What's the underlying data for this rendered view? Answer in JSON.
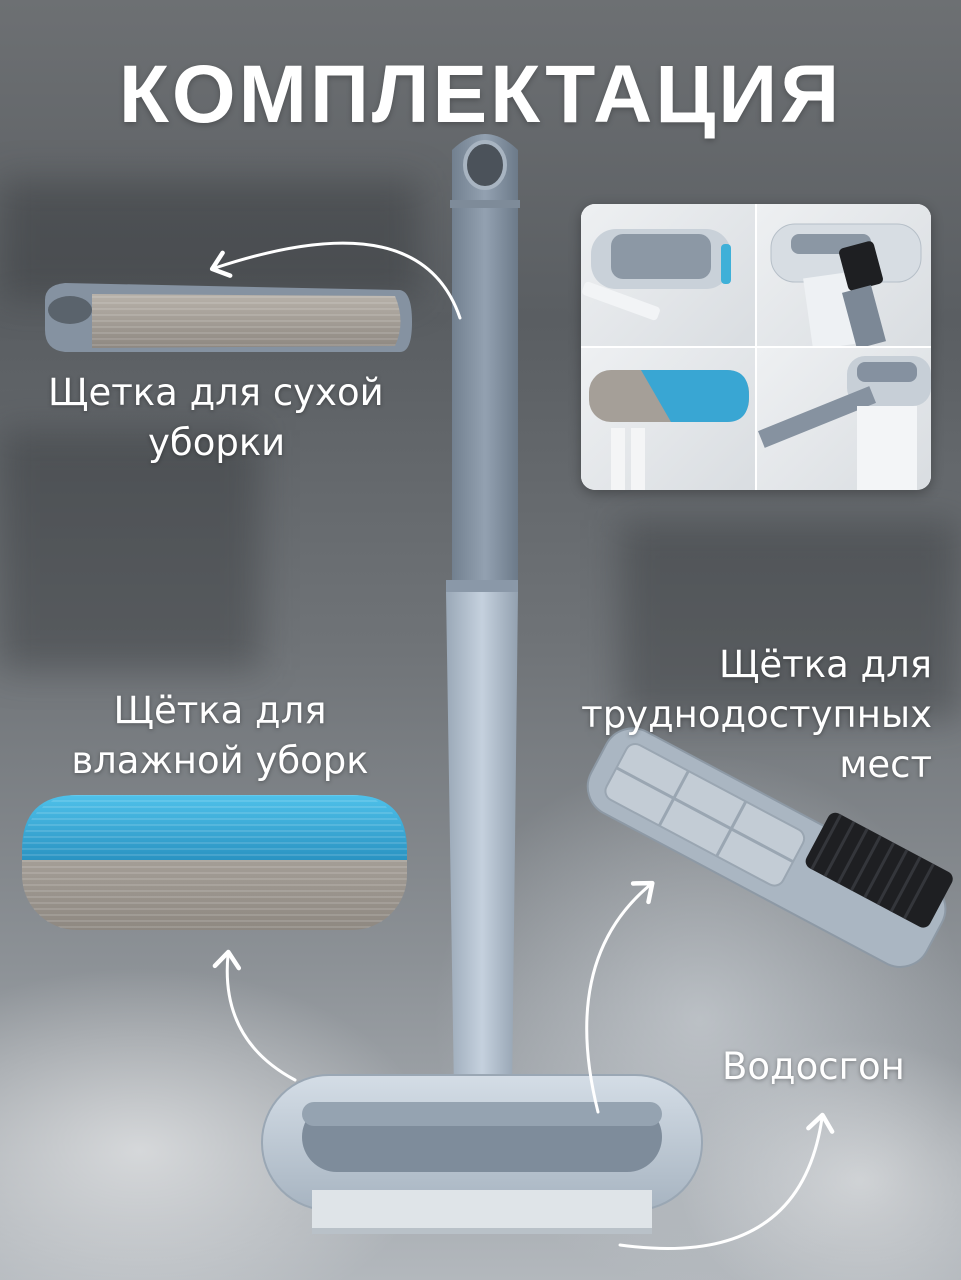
{
  "title": "КОМПЛЕКТАЦИЯ",
  "labels": {
    "dry_brush": [
      "Щетка для сухой",
      "уборки"
    ],
    "wet_brush": [
      "Щётка для",
      "влажной уборк"
    ],
    "hard_to_reach_brush": [
      "Щётка для",
      "труднодоступных",
      "мест"
    ],
    "squeegee": "Водосгон"
  },
  "colors": {
    "handle_dark": "#8593a3",
    "handle_light": "#b7c4d2",
    "cyan_pad": "#37a9d6",
    "fiber": "#a59f98",
    "brush_black": "#1e1f22"
  }
}
